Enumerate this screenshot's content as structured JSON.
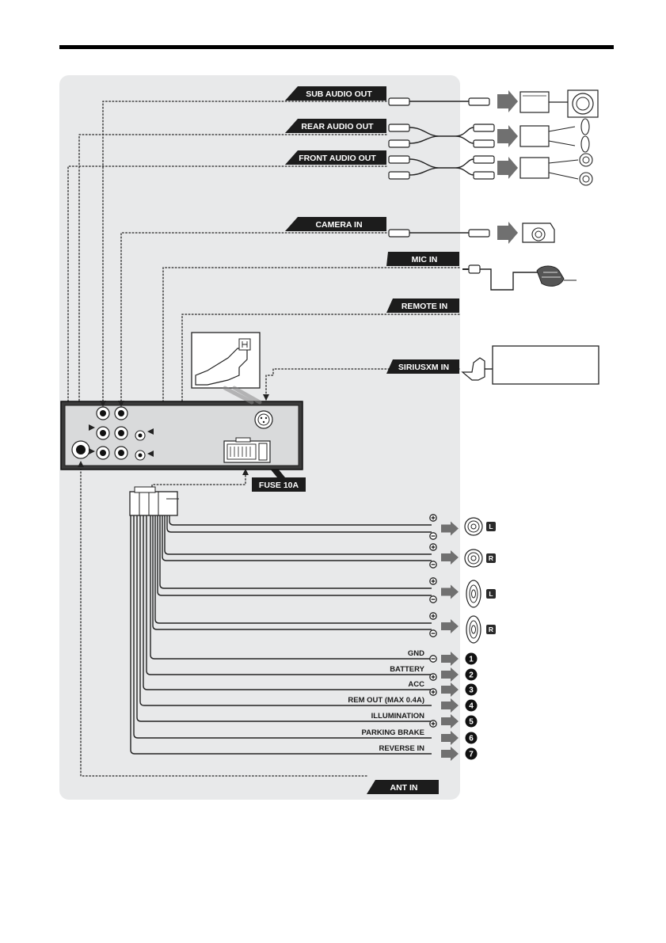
{
  "top_rule_color": "#000000",
  "panel_color": "#e8e9ea",
  "label_color": "#1c1c1c",
  "arrow_color": "#707070",
  "connector_labels": {
    "sub_audio_out": "SUB AUDIO OUT",
    "rear_audio_out": "REAR AUDIO OUT",
    "front_audio_out": "FRONT AUDIO OUT",
    "camera_in": "CAMERA IN",
    "mic_in": "MIC IN",
    "remote_in": "REMOTE IN",
    "siriusxm_in": "SIRIUSXM IN",
    "fuse": "FUSE 10A",
    "ant_in": "ANT IN"
  },
  "speakers": [
    {
      "side": "L"
    },
    {
      "side": "R"
    },
    {
      "side": "L"
    },
    {
      "side": "R"
    }
  ],
  "power_wires": [
    {
      "label": "GND",
      "polarity": "minus",
      "number": "1"
    },
    {
      "label": "BATTERY",
      "polarity": "plus",
      "number": "2"
    },
    {
      "label": "ACC",
      "polarity": "plus",
      "number": "3"
    },
    {
      "label": "REM OUT (MAX 0.4A)",
      "polarity": "",
      "number": "4"
    },
    {
      "label": "ILLUMINATION",
      "polarity": "plus",
      "number": "5"
    },
    {
      "label": "PARKING BRAKE",
      "polarity": "",
      "number": "6"
    },
    {
      "label": "REVERSE IN",
      "polarity": "",
      "number": "7"
    }
  ]
}
